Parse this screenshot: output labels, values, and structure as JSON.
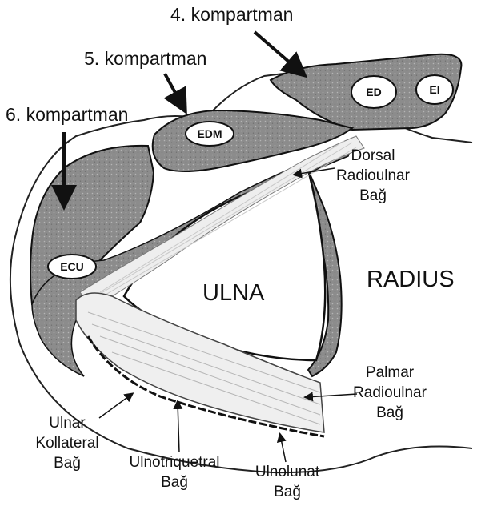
{
  "compartments": {
    "fourth": "4. kompartman",
    "fifth": "5. kompartman",
    "sixth": "6. kompartman"
  },
  "tendons": {
    "ed": "ED",
    "ei": "EI",
    "edm": "EDM",
    "ecu": "ECU"
  },
  "bones": {
    "ulna": "ULNA",
    "radius": "RADIUS"
  },
  "ligaments": {
    "dorsal": [
      "Dorsal",
      "Radioulnar",
      "Bağ"
    ],
    "palmar": [
      "Palmar",
      "Radioulnar",
      "Bağ"
    ],
    "ulnar_collateral": [
      "Ulnar",
      "Kollateral",
      "Bağ"
    ],
    "ulnotriquetral": [
      "Ulnotriquetral",
      "Bağ"
    ],
    "ulnolunate": [
      "Ulnolunat",
      "Bağ"
    ]
  },
  "colors": {
    "compartment_fill": "#8c8c8c",
    "outline": "#111111",
    "ligament": "#eeeeee",
    "background": "#ffffff"
  }
}
